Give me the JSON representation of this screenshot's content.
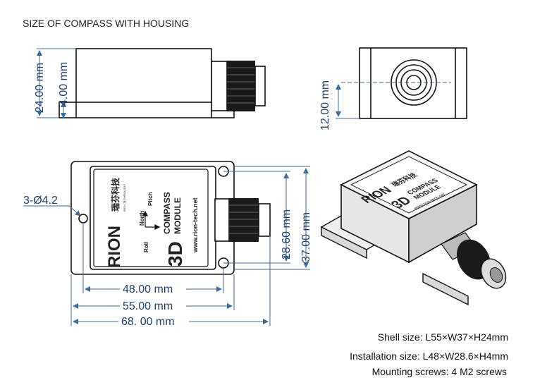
{
  "title": "SIZE OF COMPASS WITH HOUSING",
  "dimensions": {
    "height_total": "24.00 mm",
    "flange_height": "4.00 mm",
    "connector_height": "12.00 mm",
    "holes": "3-Ø4.2",
    "install_width": "28.60 mm",
    "total_width": "37.00 mm",
    "install_length": "48.00 mm",
    "body_length": "55.00 mm",
    "total_length": "68. 00 mm"
  },
  "label": {
    "brand": "RION",
    "brand_cn": "瑞芬科技",
    "tagline": "RION TECHNOLOGY",
    "north": "North",
    "roll": "Roll",
    "pitch": "Pitch",
    "big": "3D",
    "line1": "COMPASS",
    "line2": "MODULE",
    "url": "www.rion-tech.net"
  },
  "specs": {
    "shell": "Shell size: L55×W37×H24mm",
    "install": "Installation size: L48×W28.6×H4mm",
    "screws": "Mounting screws: 4 M2 screws"
  }
}
